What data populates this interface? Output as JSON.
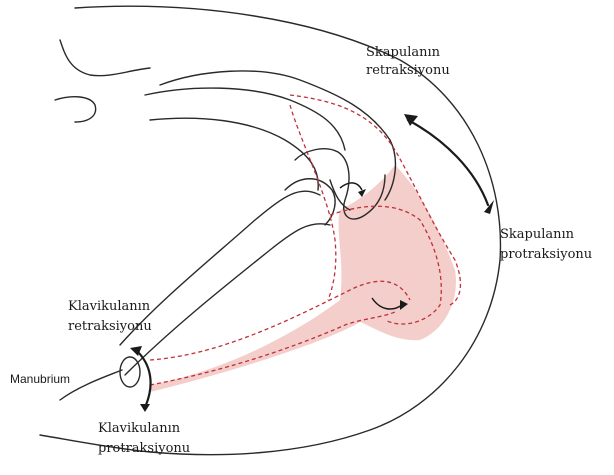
{
  "labels": {
    "scapula_retraction": [
      "Skapulanın",
      "retraksiyonu"
    ],
    "scapula_protraction": [
      "Skapulanın",
      "protraksiyonu"
    ],
    "clavicle_retraction": [
      "Klavikulanın",
      "retraksiyonu"
    ],
    "clavicle_protraction": [
      "Klavikulanın",
      "protraksiyonu"
    ],
    "manubrium": "Manubrium"
  },
  "colors": {
    "outline": "#2a2a2a",
    "dashed_line": "#c0303a",
    "shaded_region": "#f2c9c4"
  }
}
